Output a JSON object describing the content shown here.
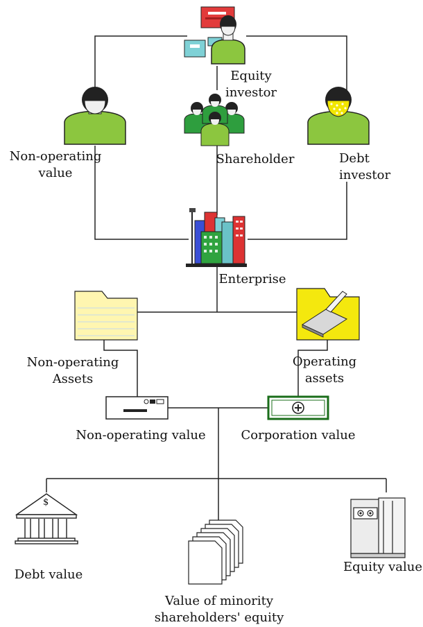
{
  "labels": {
    "equity_investor": "Equity\ninvestor",
    "non_operating_value_top": "Non-operating\nvalue",
    "shareholder": "Shareholder",
    "debt_investor": "Debt\ninvestor",
    "enterprise": "Enterprise",
    "non_operating_assets": "Non-operating\nAssets",
    "operating_assets": "Operating\nassets",
    "non_operating_value": "Non-operating value",
    "corporation_value": "Corporation value",
    "debt_value": "Debt value",
    "equity_value": "Equity value",
    "minority_equity": "Value of minority\nshareholders' equity"
  },
  "icons": {
    "bank_symbol": "$"
  },
  "colors": {
    "person_green": "#8cc63f",
    "shareholder_green": "#2e9e3e",
    "debt_mask_yellow": "#f2e600",
    "folder_pale": "#fff6b0",
    "folder_yellow": "#f4e80e",
    "corp_border_green": "#1a6d1a",
    "screen_red": "#e23b3b",
    "line": "#222222"
  }
}
